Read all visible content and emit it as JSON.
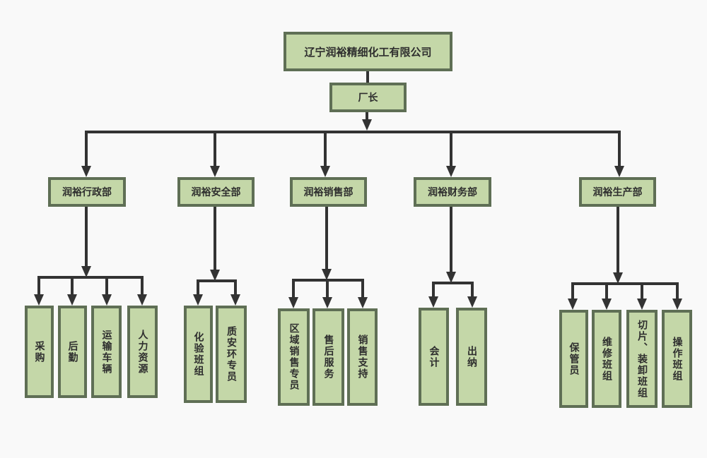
{
  "diagram": {
    "type": "org-chart",
    "root": {
      "label": "辽宁润裕精细化工有限公司"
    },
    "manager": {
      "label": "厂长"
    },
    "departments": [
      {
        "label": "润裕行政部",
        "children": [
          "采购",
          "后勤",
          "运输车辆",
          "人力资源"
        ]
      },
      {
        "label": "润裕安全部",
        "children": [
          "化验班组",
          "质安环专员"
        ]
      },
      {
        "label": "润裕销售部",
        "children": [
          "区域销售专员",
          "售后服务",
          "销售支持"
        ]
      },
      {
        "label": "润裕财务部",
        "children": [
          "会计",
          "出纳"
        ]
      },
      {
        "label": "润裕生产部",
        "children": [
          "保管员",
          "维修班组",
          "切片、装卸班组",
          "操作班组"
        ]
      }
    ],
    "colors": {
      "box_fill": "#c4d7a8",
      "box_border": "#5f6f55",
      "connector": "#333333",
      "text": "#2e2e2e",
      "background": "#f9f9f9"
    }
  }
}
